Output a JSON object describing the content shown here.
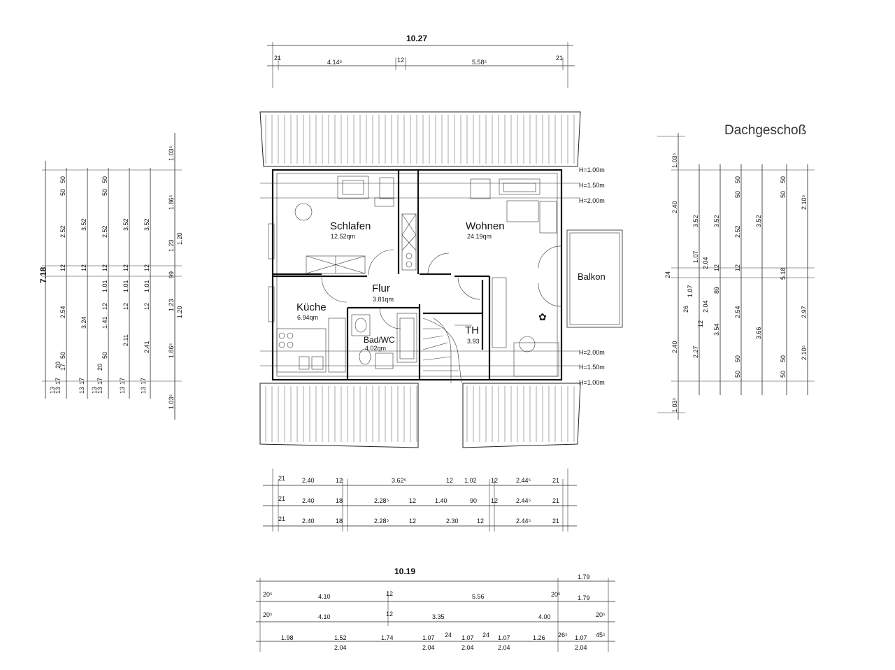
{
  "title": "Dachgeschoß",
  "rooms": {
    "schlafen": {
      "name": "Schlafen",
      "area": "12.52qm"
    },
    "wohnen": {
      "name": "Wohnen",
      "area": "24.19qm"
    },
    "kueche": {
      "name": "Küche",
      "area": "6.94qm"
    },
    "flur": {
      "name": "Flur",
      "area": "3.81qm"
    },
    "bad": {
      "name": "Bad/WC",
      "area": "4.02qm"
    },
    "th": {
      "name": "TH",
      "area": "3.93"
    },
    "balkon": {
      "name": "Balkon"
    }
  },
  "height_marks": {
    "top": [
      "H=1.00m",
      "H=1.50m",
      "H=2.00m"
    ],
    "bottom": [
      "H=2.00m",
      "H=1.50m",
      "H=1.00m"
    ]
  },
  "top_dims": {
    "total": "10.27",
    "parts": [
      "21",
      "4.14⁵",
      "12",
      "5.58⁵",
      "21"
    ]
  },
  "bottom_dims": {
    "row1": [
      "21",
      "2.40",
      "12",
      "3.62⁵",
      "12",
      "1.02",
      "12",
      "2.44⁵",
      "21"
    ],
    "row2": [
      "21",
      "2.40",
      "18",
      "2.28⁵",
      "12",
      "1.40",
      "90",
      "12",
      "2.44⁵",
      "21"
    ],
    "row3": [
      "21",
      "2.40",
      "18",
      "2.28⁵",
      "12",
      "2.30",
      "12",
      "2.44⁵",
      "21"
    ],
    "total": "10.19",
    "total_side": "1.79",
    "row4": [
      "20⁵",
      "4.10",
      "12",
      "5.56",
      "20⁵",
      "1.79"
    ],
    "row5": [
      "20⁵",
      "4.10",
      "12",
      "3.35",
      "4.00",
      "20⁵"
    ],
    "row6": [
      "1.98",
      "1.52",
      "1.74",
      "1.07",
      "24",
      "1.07",
      "24",
      "1.07",
      "1.26",
      "26⁵",
      "1.07",
      "45⁵"
    ],
    "row7": [
      "2.04",
      "2.04",
      "2.04",
      "2.04",
      "2.04"
    ]
  },
  "left_dims": {
    "total": "7.18",
    "col1": [
      "50",
      "50",
      "2.52",
      "12",
      "2.54",
      "17",
      "20",
      "50",
      "13",
      "17",
      "13"
    ],
    "col2": [
      "3.52",
      "12",
      "3.24",
      "17",
      "13"
    ],
    "col3": [
      "50",
      "50",
      "2.52",
      "12",
      "1.01",
      "12",
      "1.41",
      "20",
      "50",
      "13",
      "17",
      "13"
    ],
    "col4": [
      "3.52",
      "12",
      "1.01",
      "12",
      "2.11",
      "17",
      "13"
    ],
    "col5": [
      "3.52",
      "12",
      "1.01",
      "12",
      "2.41",
      "13",
      "17"
    ],
    "col6": [
      "1.03⁵",
      "1.86⁵",
      "1.23",
      "99",
      "1.23",
      "1.86⁵",
      "1.03⁵"
    ],
    "col6b": [
      "1.20",
      "1.20"
    ]
  },
  "right_dims": {
    "col1": [
      "1.03⁵",
      "2.40",
      "24",
      "2.40",
      "1.03⁵"
    ],
    "col2": [
      "3.52",
      "1.07",
      "1.07",
      "26",
      "2.27"
    ],
    "col3": [
      "2.04",
      "89",
      "12",
      "2.04"
    ],
    "col4": [
      "3.52",
      "12",
      "3.54"
    ],
    "col5": [
      "50",
      "50",
      "2.52",
      "12",
      "2.54",
      "50",
      "50"
    ],
    "col6": [
      "3.52",
      "5.18",
      "3.66"
    ],
    "col7": [
      "50",
      "50",
      "2.10⁵",
      "2.97",
      "2.10⁵",
      "50",
      "50"
    ]
  }
}
